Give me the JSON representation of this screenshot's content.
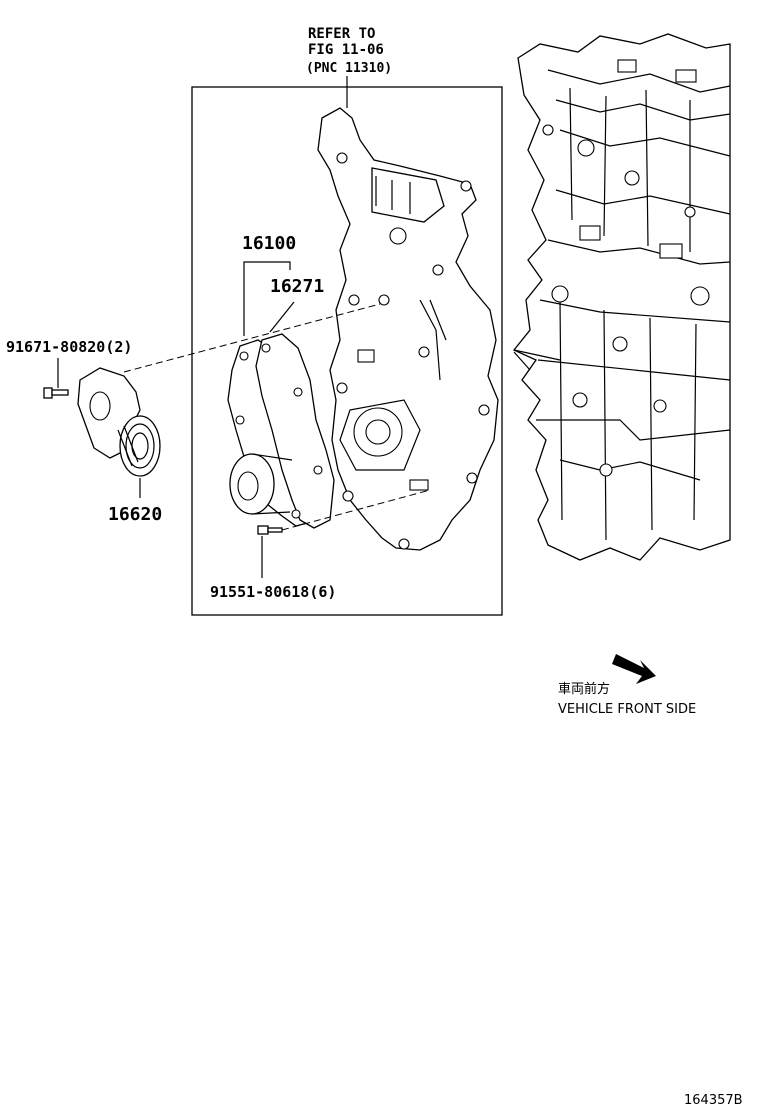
{
  "refer": {
    "line1": "REFER TO",
    "line2": "FIG 11-06",
    "line3": "(PNC 11310)"
  },
  "parts": {
    "p16100": "16100",
    "p16271": "16271",
    "p16620": "16620",
    "p91671": "91671-80820(2)",
    "p91551": "91551-80618(6)"
  },
  "direction": {
    "japanese": "車両前方",
    "english": "VEHICLE FRONT SIDE"
  },
  "figure_id": "164357B",
  "icons": {
    "direction_arrow": "arrow-down-right-icon"
  }
}
